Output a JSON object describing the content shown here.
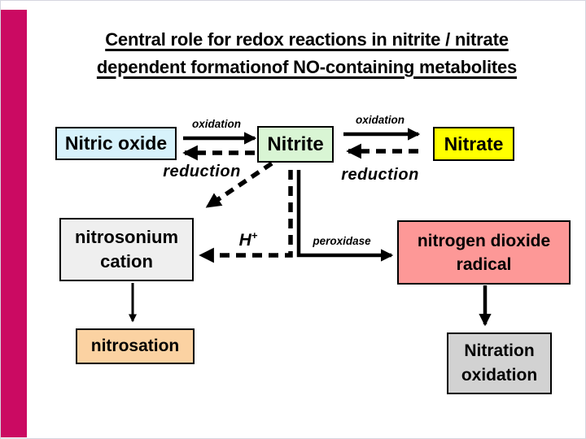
{
  "slide": {
    "title": {
      "line1": "Central role for redox reactions in nitrite / nitrate",
      "line2": "dependent formationof NO-containing metabolites"
    },
    "accent_bar_color": "#cb0a62",
    "background_color": "#ffffff"
  },
  "diagram": {
    "arrow_color": "#000000",
    "nodes": {
      "nitric_oxide": {
        "label": "Nitric oxide",
        "fill": "#d7f2fb"
      },
      "nitrite": {
        "label": "Nitrite",
        "fill": "#d9f5d4"
      },
      "nitrate": {
        "label": "Nitrate",
        "fill": "#ffff00"
      },
      "nitrosonium_cation": {
        "line1": "nitrosonium",
        "line2": "cation",
        "fill": "#efefef"
      },
      "nitrogen_dioxide_radical": {
        "line1": "nitrogen dioxide",
        "line2": "radical",
        "fill": "#fd9897"
      },
      "nitrosation": {
        "label": "nitrosation",
        "fill": "#fbd2a2"
      },
      "nitration_oxidation": {
        "line1": "Nitration",
        "line2": "oxidation",
        "fill": "#d2d2d2"
      }
    },
    "edge_labels": {
      "oxidation_no_to_nitrite": "oxidation",
      "reduction_nitrite_to_no": "reduction",
      "oxidation_nitrite_to_nitrate": "oxidation",
      "reduction_nitrate_to_nitrite": "reduction",
      "h_plus_base": "H",
      "h_plus_sup": "+",
      "peroxidase": "peroxidase"
    }
  }
}
